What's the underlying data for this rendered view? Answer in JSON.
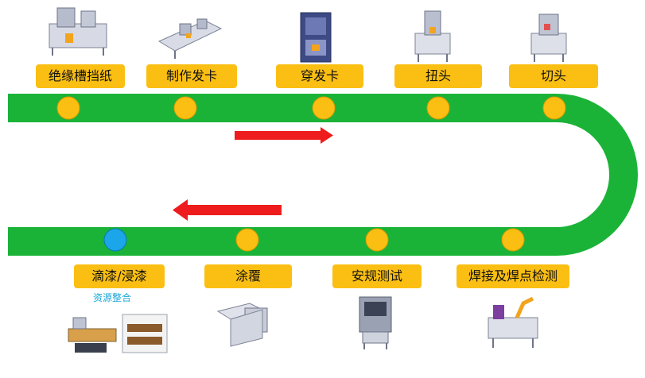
{
  "process_flow": {
    "top_row": [
      {
        "label": "绝缘槽挡纸",
        "machine_icon": "machine-icon"
      },
      {
        "label": "制作发卡",
        "machine_icon": "machine-icon"
      },
      {
        "label": "穿发卡",
        "machine_icon": "machine-icon"
      },
      {
        "label": "扭头",
        "machine_icon": "machine-icon"
      },
      {
        "label": "切头",
        "machine_icon": "machine-icon"
      }
    ],
    "bottom_row": [
      {
        "label": "滴漆/浸漆",
        "note": "资源整合",
        "machine_icon": "machine-icon"
      },
      {
        "label": "涂覆",
        "machine_icon": "machine-icon"
      },
      {
        "label": "安规测试",
        "machine_icon": "machine-icon"
      },
      {
        "label": "焊接及焊点检测",
        "machine_icon": "machine-icon"
      }
    ],
    "direction_icons": [
      "arrow-right-icon",
      "arrow-left-icon"
    ]
  },
  "colors": {
    "track": "#1ab338",
    "node": "#fbbf13",
    "node_highlight": "#1aa6e8",
    "label_bg": "#fbbf13",
    "arrow": "#ee1c1c",
    "note_text": "#1aa7d8"
  }
}
